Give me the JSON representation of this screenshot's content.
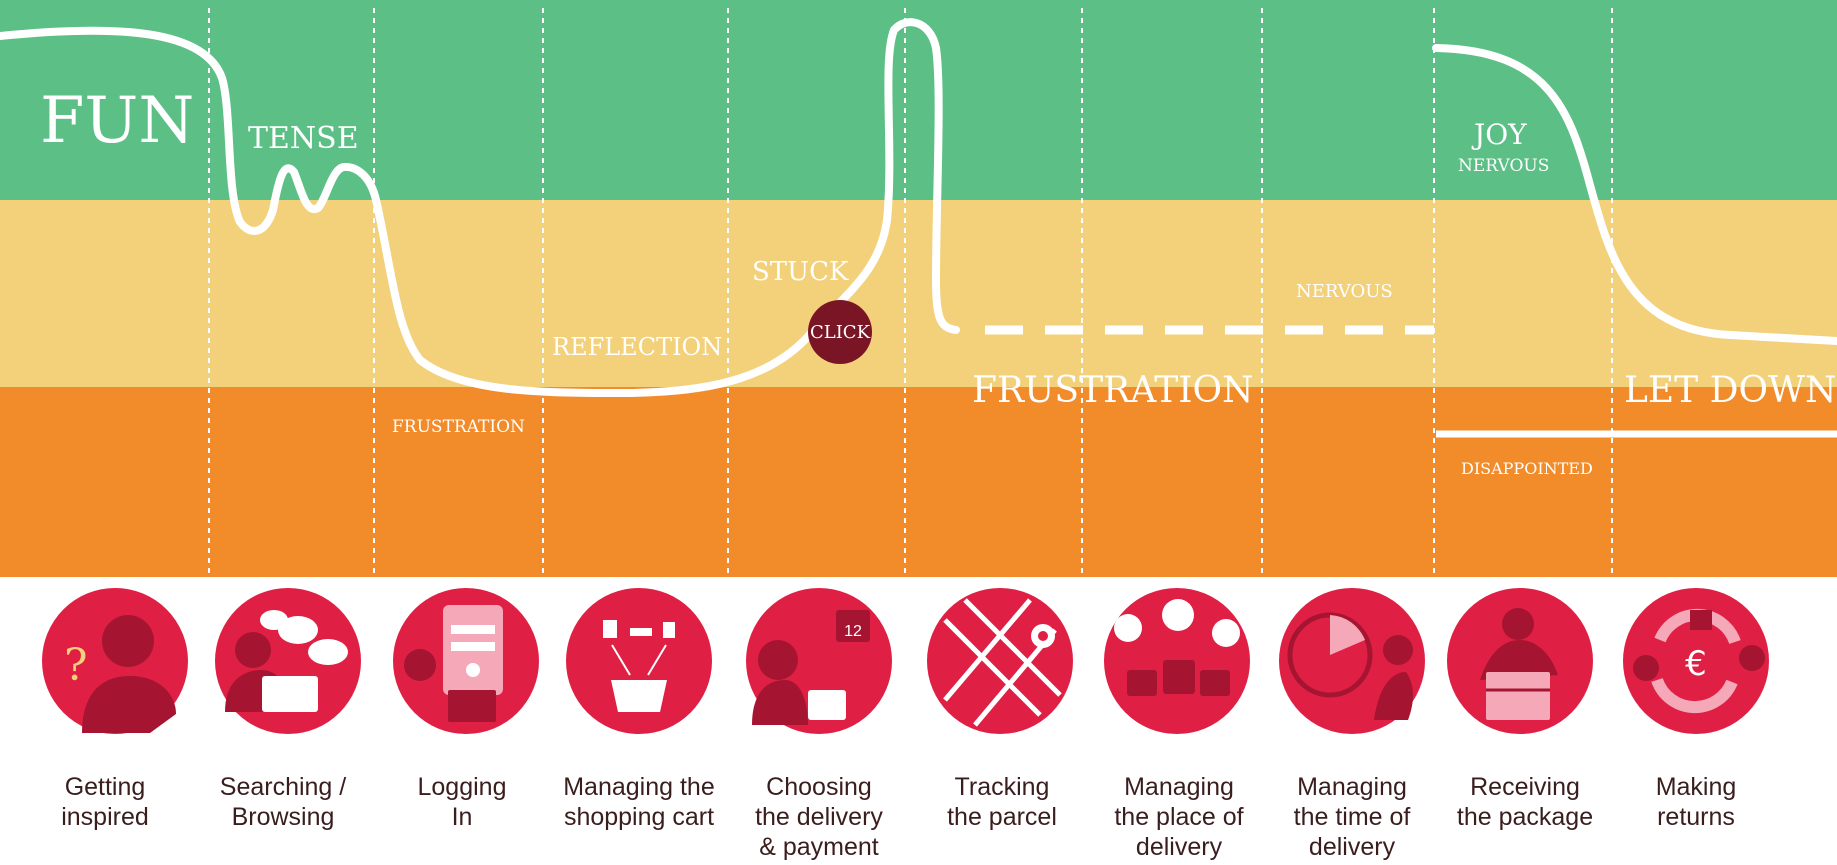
{
  "colors": {
    "green": "#5cbf86",
    "yellow": "#f3d07a",
    "orange": "#f28b2a",
    "icon_red": "#e01f44",
    "icon_dark": "#a51531",
    "click_badge": "#7a1526",
    "line": "#ffffff"
  },
  "zones": {
    "fun": "FUN",
    "tense": "TENSE",
    "stuck": "STUCK",
    "click": "CLICK",
    "reflection": "REFLECTION",
    "frustration_small": "FRUSTRATION",
    "frustration_big": "FRUSTRATION",
    "nervous_mid": "NERVOUS",
    "joy": "JOY",
    "nervous_top": "NERVOUS",
    "let_down": "LET DOWN",
    "disappointed": "DISAPPOINTED"
  },
  "stages": [
    {
      "lines": [
        "Getting",
        "inspired"
      ],
      "icon": "person-question-icon"
    },
    {
      "lines": [
        "Searching /",
        "Browsing"
      ],
      "icon": "person-laptop-icon"
    },
    {
      "lines": [
        "Logging",
        "In"
      ],
      "icon": "login-form-icon"
    },
    {
      "lines": [
        "Managing the",
        "shopping cart"
      ],
      "icon": "shopping-basket-icon"
    },
    {
      "lines": [
        "Choosing",
        "the delivery",
        "& payment"
      ],
      "icon": "calendar-payment-icon"
    },
    {
      "lines": [
        "Tracking",
        "the parcel"
      ],
      "icon": "map-pin-icon"
    },
    {
      "lines": [
        "Managing",
        "the place of",
        "delivery"
      ],
      "icon": "delivery-location-icon"
    },
    {
      "lines": [
        "Managing",
        "the time of",
        "delivery"
      ],
      "icon": "clock-person-icon"
    },
    {
      "lines": [
        "Receiving",
        "the package"
      ],
      "icon": "receiving-box-icon"
    },
    {
      "lines": [
        "Making",
        "returns"
      ],
      "icon": "returns-euro-icon"
    }
  ]
}
